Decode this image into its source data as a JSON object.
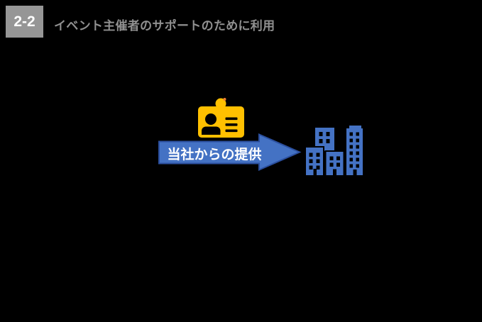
{
  "page": {
    "background_color": "#000000"
  },
  "header": {
    "badge": {
      "label": "2-2",
      "bg_color": "#969696",
      "text_color": "#ffffff"
    },
    "title": {
      "text": "イベント主催者のサポートのために利用",
      "color": "#909090"
    }
  },
  "diagram": {
    "id_card_icon": {
      "name": "id-card-icon",
      "card_color": "#FFC000",
      "detail_color": "#000000",
      "clip_dot_color": "#ED7D31"
    },
    "arrow": {
      "label": "当社からの提供",
      "fill_color": "#4472C4",
      "border_color": "#2B4F9E",
      "text_color": "#ffffff",
      "direction": "right"
    },
    "buildings_icon": {
      "name": "city-buildings-icon",
      "color": "#4472C4",
      "window_color": "#000000",
      "building_count": 4
    }
  }
}
